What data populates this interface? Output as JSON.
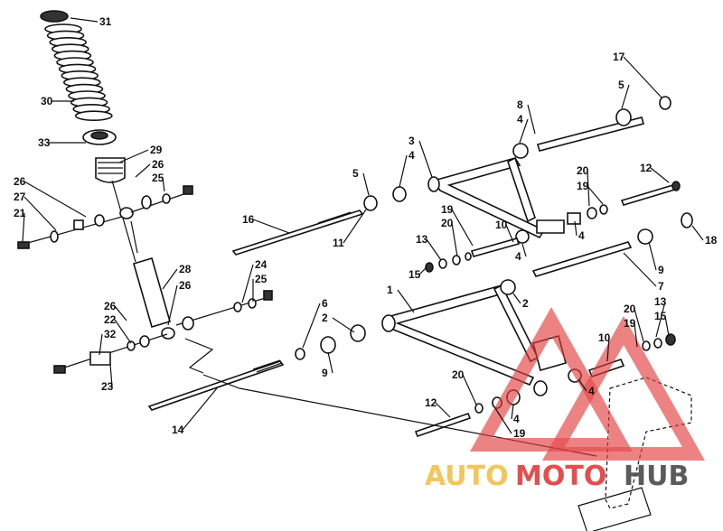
{
  "diagram": {
    "callouts": [
      {
        "id": "c31",
        "text": "31"
      },
      {
        "id": "c30",
        "text": "30"
      },
      {
        "id": "c33",
        "text": "33"
      },
      {
        "id": "c29",
        "text": "29"
      },
      {
        "id": "c26a",
        "text": "26"
      },
      {
        "id": "c25a",
        "text": "25"
      },
      {
        "id": "c26b",
        "text": "26"
      },
      {
        "id": "c27",
        "text": "27"
      },
      {
        "id": "c21",
        "text": "21"
      },
      {
        "id": "c28",
        "text": "28"
      },
      {
        "id": "c26c",
        "text": "26"
      },
      {
        "id": "c24",
        "text": "24"
      },
      {
        "id": "c25b",
        "text": "25"
      },
      {
        "id": "c26d",
        "text": "26"
      },
      {
        "id": "c22",
        "text": "22"
      },
      {
        "id": "c32",
        "text": "32"
      },
      {
        "id": "c23",
        "text": "23"
      },
      {
        "id": "c14",
        "text": "14"
      },
      {
        "id": "c16",
        "text": "16"
      },
      {
        "id": "c11",
        "text": "11"
      },
      {
        "id": "c5a",
        "text": "5"
      },
      {
        "id": "c3",
        "text": "3"
      },
      {
        "id": "c4a",
        "text": "4"
      },
      {
        "id": "c8",
        "text": "8"
      },
      {
        "id": "c4b",
        "text": "4"
      },
      {
        "id": "c5b",
        "text": "5"
      },
      {
        "id": "c17",
        "text": "17"
      },
      {
        "id": "c20a",
        "text": "20"
      },
      {
        "id": "c19a",
        "text": "19"
      },
      {
        "id": "c12a",
        "text": "12"
      },
      {
        "id": "c19b",
        "text": "19"
      },
      {
        "id": "c20b",
        "text": "20"
      },
      {
        "id": "c13a",
        "text": "13"
      },
      {
        "id": "c10a",
        "text": "10"
      },
      {
        "id": "c15a",
        "text": "15"
      },
      {
        "id": "c4c",
        "text": "4"
      },
      {
        "id": "c4d",
        "text": "4"
      },
      {
        "id": "c18",
        "text": "18"
      },
      {
        "id": "c9a",
        "text": "9"
      },
      {
        "id": "c7",
        "text": "7"
      },
      {
        "id": "c1",
        "text": "1"
      },
      {
        "id": "c2a",
        "text": "2"
      },
      {
        "id": "c6",
        "text": "6"
      },
      {
        "id": "c2b",
        "text": "2"
      },
      {
        "id": "c9b",
        "text": "9"
      },
      {
        "id": "c20c",
        "text": "20"
      },
      {
        "id": "c13b",
        "text": "13"
      },
      {
        "id": "c19c",
        "text": "19"
      },
      {
        "id": "c15b",
        "text": "15"
      },
      {
        "id": "c10b",
        "text": "10"
      },
      {
        "id": "c4e",
        "text": "4"
      },
      {
        "id": "c20d",
        "text": "20"
      },
      {
        "id": "c12b",
        "text": "12"
      },
      {
        "id": "c4f",
        "text": "4"
      },
      {
        "id": "c19d",
        "text": "19"
      }
    ]
  },
  "watermark": {
    "word_a": "AUTO",
    "word_b": "MOTO",
    "word_c": "HUB",
    "colors": {
      "red": "#e23b3b",
      "yellow": "#f2c04a",
      "gray": "#4a4a4a"
    }
  }
}
